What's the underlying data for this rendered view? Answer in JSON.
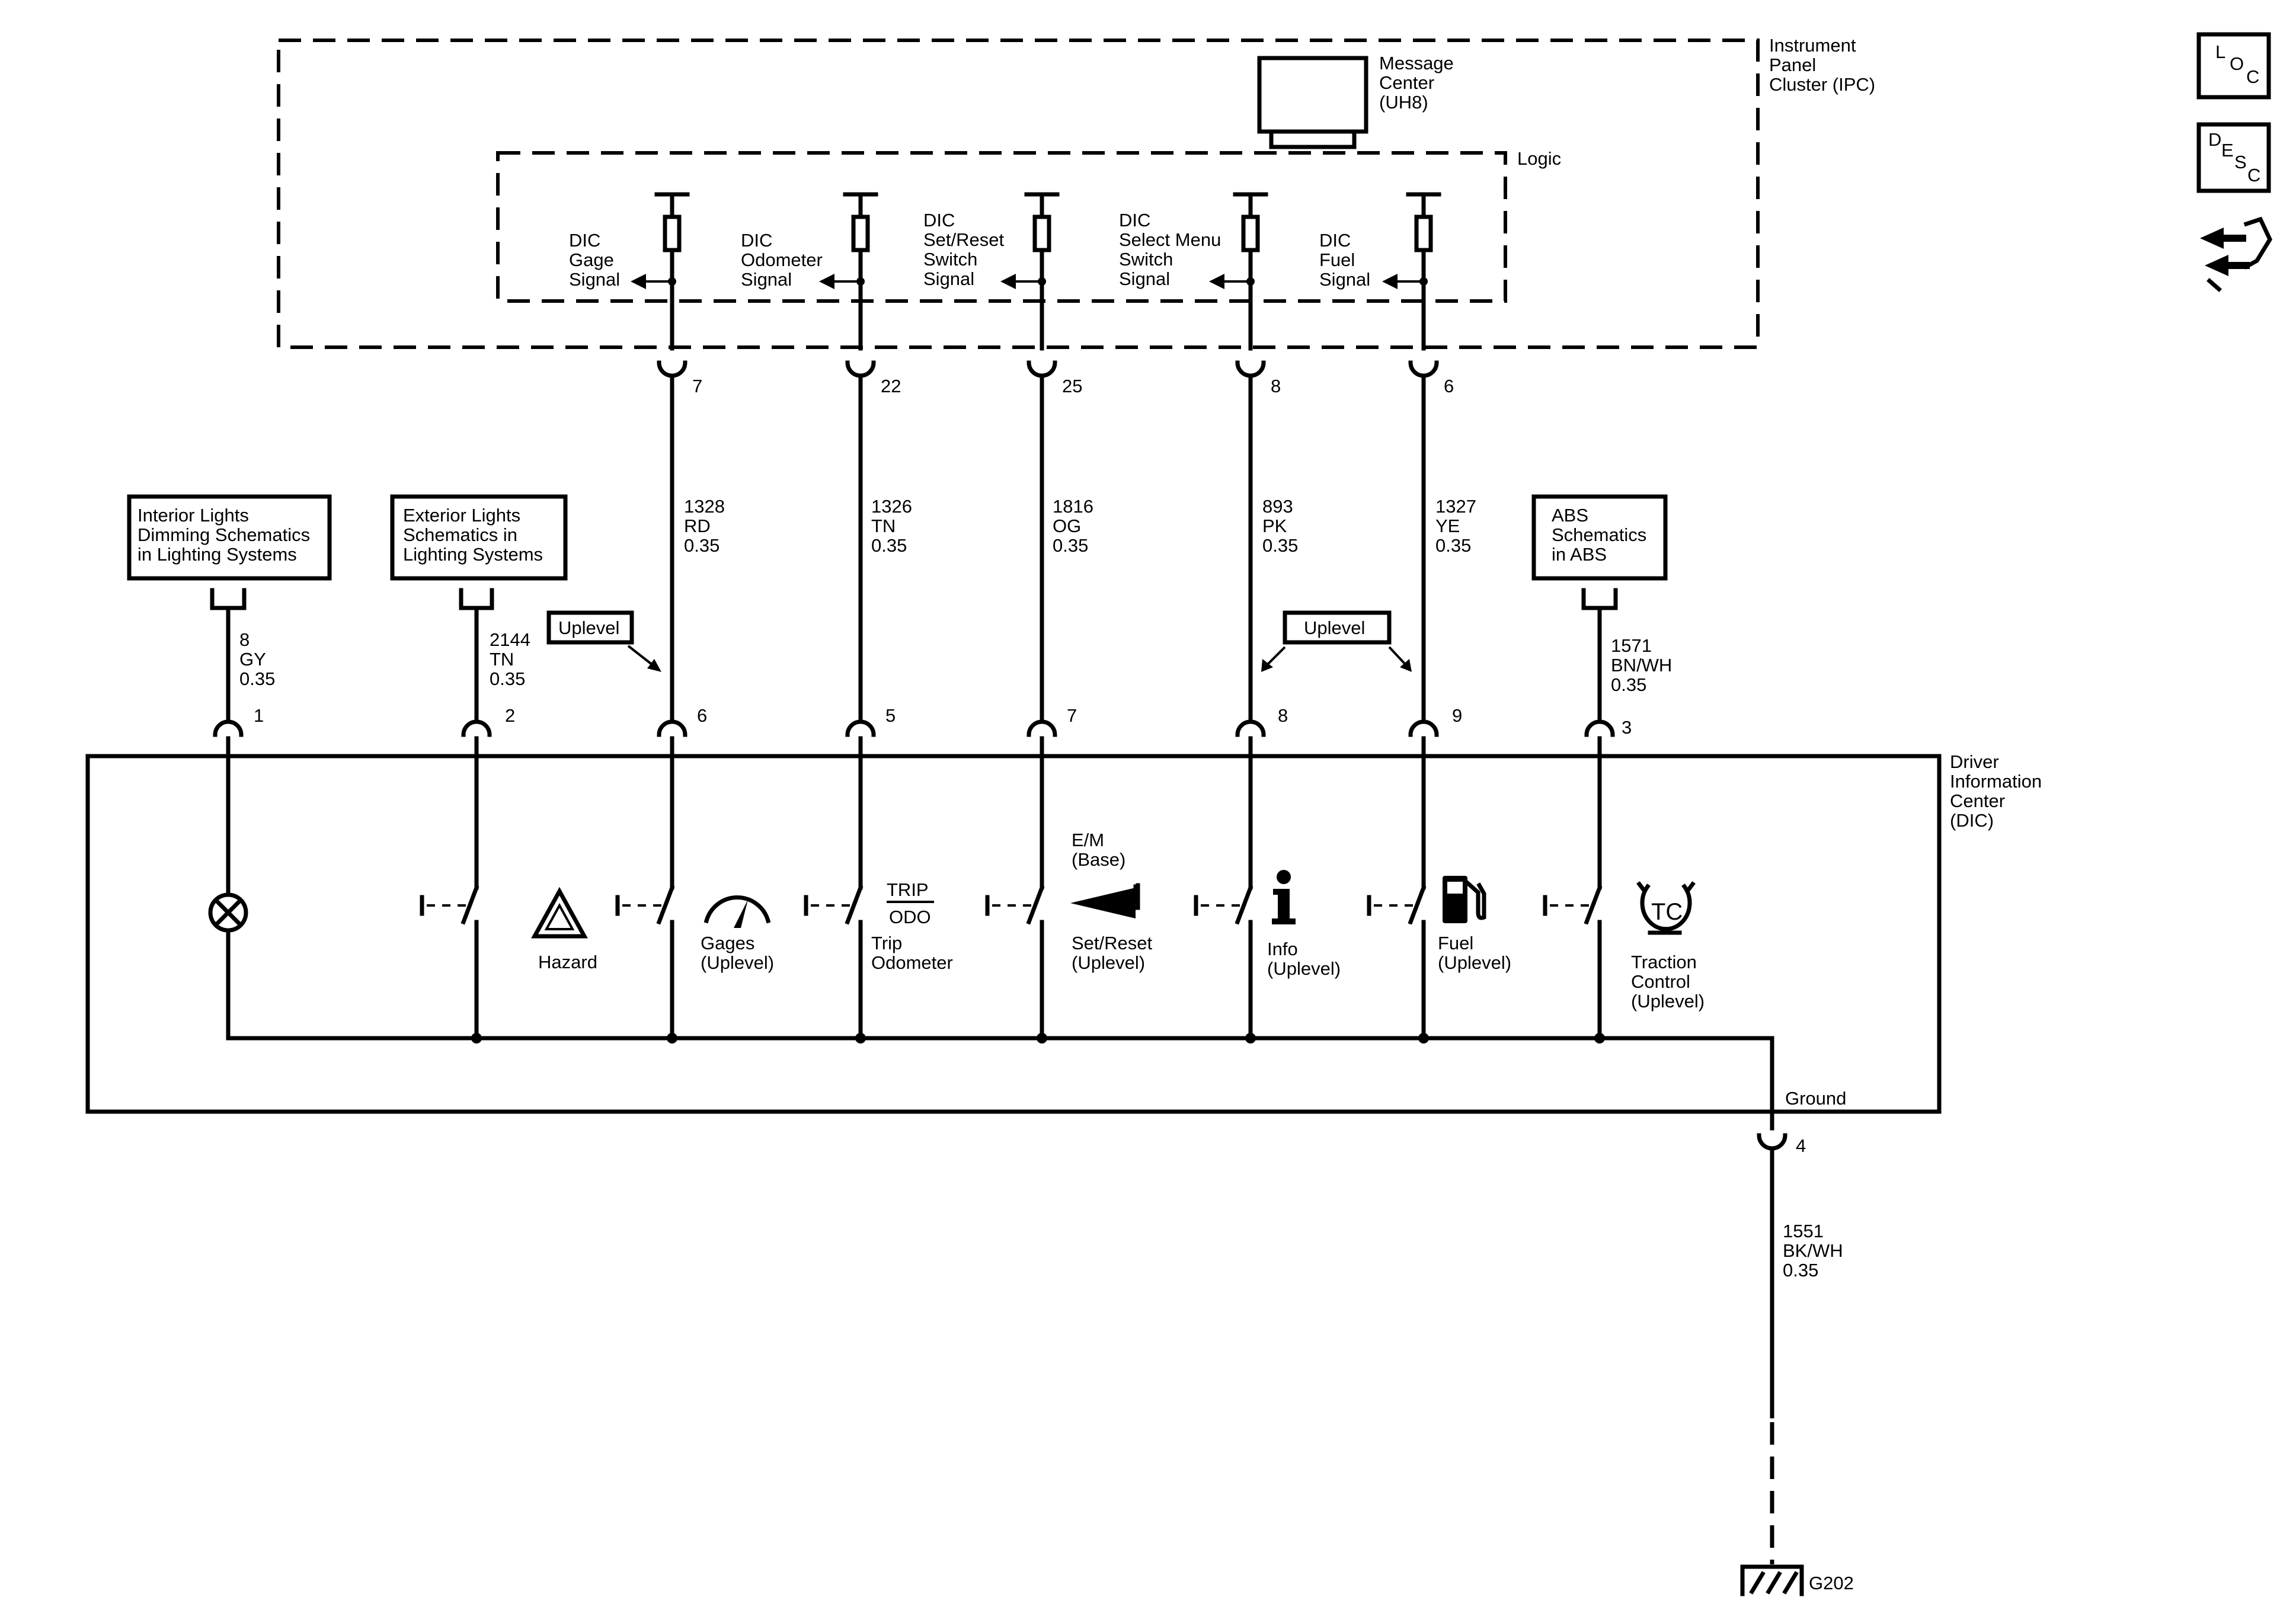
{
  "ipc": {
    "label": [
      "Instrument",
      "Panel",
      "Cluster (IPC)"
    ],
    "logic_label": "Logic",
    "message_center": [
      "Message",
      "Center",
      "(UH8)"
    ]
  },
  "signals": [
    {
      "label": [
        "DIC",
        "Gage",
        "Signal"
      ],
      "ipc_pin": "7",
      "circuit": "1328",
      "color": "RD",
      "gauge": "0.35",
      "dic_pin": "6"
    },
    {
      "label": [
        "DIC",
        "Odometer",
        "Signal"
      ],
      "ipc_pin": "22",
      "circuit": "1326",
      "color": "TN",
      "gauge": "0.35",
      "dic_pin": "5"
    },
    {
      "label": [
        "DIC",
        "Set/Reset",
        "Switch",
        "Signal"
      ],
      "ipc_pin": "25",
      "circuit": "1816",
      "color": "OG",
      "gauge": "0.35",
      "dic_pin": "7"
    },
    {
      "label": [
        "DIC",
        "Select Menu",
        "Switch",
        "Signal"
      ],
      "ipc_pin": "8",
      "circuit": "893",
      "color": "PK",
      "gauge": "0.35",
      "dic_pin": "8"
    },
    {
      "label": [
        "DIC",
        "Fuel",
        "Signal"
      ],
      "ipc_pin": "6",
      "circuit": "1327",
      "color": "YE",
      "gauge": "0.35",
      "dic_pin": "9"
    }
  ],
  "refs": [
    {
      "lines": [
        "Interior Lights",
        "Dimming Schematics",
        "in Lighting Systems"
      ],
      "circuit": "8",
      "color": "GY",
      "gauge": "0.35",
      "dic_pin": "1"
    },
    {
      "lines": [
        "Exterior Lights",
        "Schematics in",
        "Lighting Systems"
      ],
      "circuit": "2144",
      "color": "TN",
      "gauge": "0.35",
      "dic_pin": "2"
    },
    {
      "lines": [
        "ABS",
        "Schematics",
        "in ABS"
      ],
      "circuit": "1571",
      "color": "BN/WH",
      "gauge": "0.35",
      "dic_pin": "3"
    }
  ],
  "uplevel_label": "Uplevel",
  "dic": {
    "label": [
      "Driver",
      "Information",
      "Center",
      "(DIC)"
    ],
    "hazard": [
      "Hazard"
    ],
    "gages": [
      "Gages",
      "(Uplevel)"
    ],
    "trip_top": "TRIP",
    "trip_bottom": "ODO",
    "trip": [
      "Trip",
      "Odometer"
    ],
    "em": [
      "E/M",
      "(Base)"
    ],
    "setreset": [
      "Set/Reset",
      "(Uplevel)"
    ],
    "info": [
      "Info",
      "(Uplevel)"
    ],
    "fuel": [
      "Fuel",
      "(Uplevel)"
    ],
    "tc_glyph": "TC",
    "traction": [
      "Traction",
      "Control",
      "(Uplevel)"
    ],
    "ground_label": "Ground",
    "ground_pin": "4"
  },
  "ground_wire": {
    "circuit": "1551",
    "color": "BK/WH",
    "gauge": "0.35"
  },
  "ground_point": "G202",
  "side_icons": {
    "loc": [
      "L",
      "O",
      "C"
    ],
    "desc": [
      "D",
      "E",
      "S",
      "C"
    ]
  },
  "icons": [
    "lamp-icon",
    "hazard-triangle-icon",
    "gauge-icon",
    "arrow-left-icon",
    "info-icon",
    "fuel-pump-icon",
    "traction-control-icon",
    "wrench-icon",
    "ground-symbol-icon"
  ]
}
